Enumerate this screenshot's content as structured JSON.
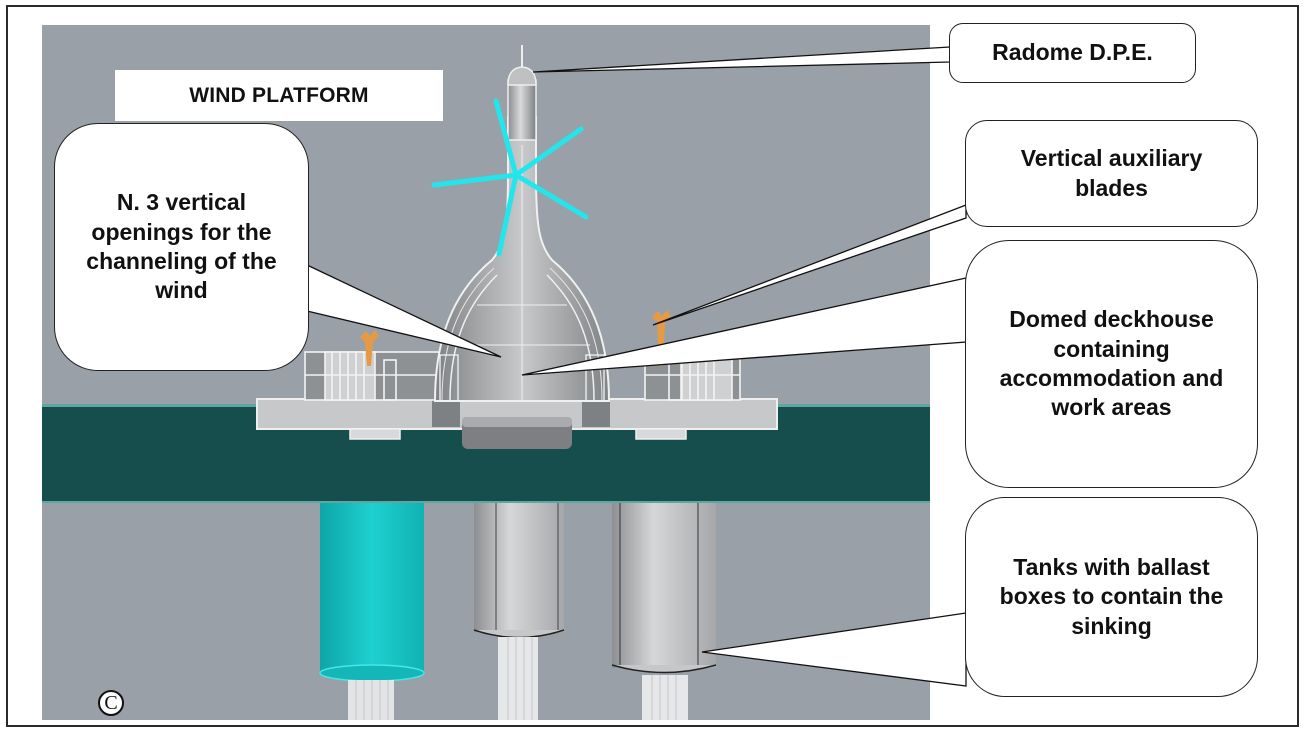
{
  "diagram": {
    "title": "WIND PLATFORM",
    "copyright_symbol": "C",
    "colors": {
      "sky": "#9aa0a7",
      "sea": "#164e4e",
      "sea_line": "#5fa6a0",
      "turbine_blades": "#22e6ec",
      "aux_blades": "#e79a45",
      "tank_cyan": "#17bcbc",
      "tank_grey": "#c4c6c8",
      "structure": "#c9cacb"
    },
    "callouts": [
      {
        "id": "radome",
        "text": "Radome D.P.E."
      },
      {
        "id": "aux-blades",
        "text": "Vertical auxiliary blades"
      },
      {
        "id": "openings",
        "text": "N. 3 vertical openings for the channeling of the wind"
      },
      {
        "id": "deckhouse",
        "text": "Domed deckhouse containing accommodation and work areas"
      },
      {
        "id": "tanks",
        "text": "Tanks with ballast boxes to contain the sinking"
      }
    ]
  }
}
